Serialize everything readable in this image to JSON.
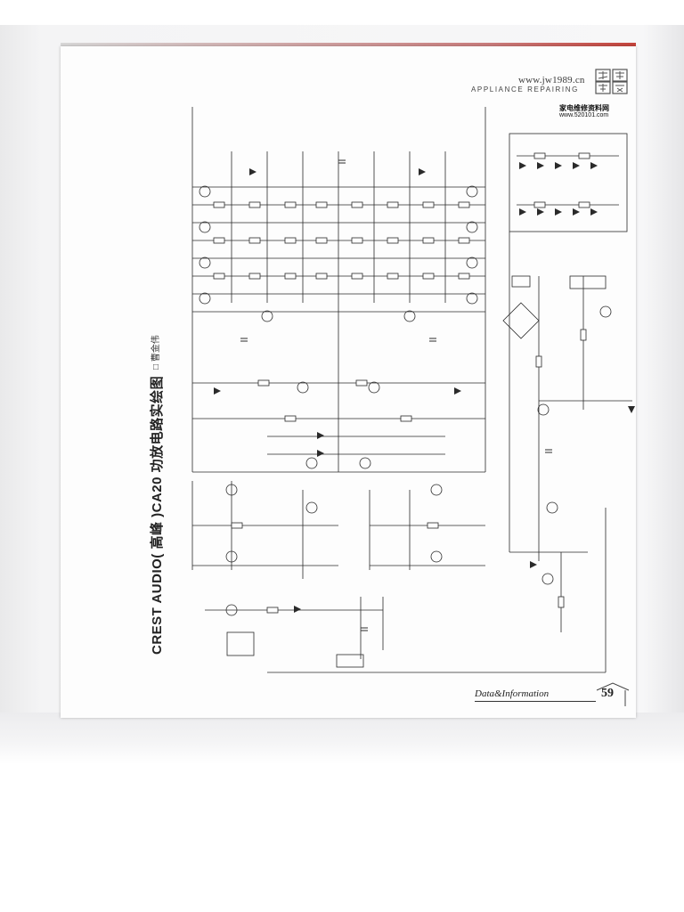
{
  "header": {
    "site_url": "www.jw1989.cn",
    "tagline": "APPLIANCE REPAIRING",
    "sub_title": "家电维修资料网",
    "sub_url": "www.520101.com"
  },
  "document": {
    "title": "CREST AUDIO( 高峰 )CA20 功放电路实绘图",
    "author": "□ 曹金伟"
  },
  "footer": {
    "section_label": "Data&Information",
    "page_number": "59"
  },
  "colors": {
    "ink": "#2a2a2a",
    "page_edge_accent": "#c5443c"
  }
}
